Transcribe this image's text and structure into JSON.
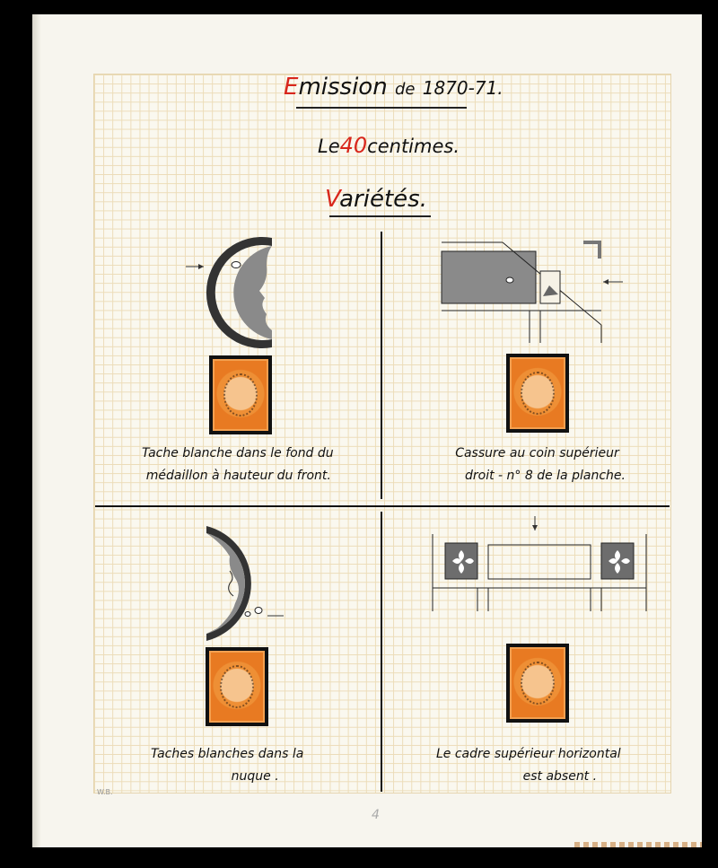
{
  "title": {
    "initial": "E",
    "rest": "mission",
    "de": "de",
    "years": "1870-71."
  },
  "subtitle": {
    "le": "Le",
    "value": "40",
    "unit": "centimes."
  },
  "heading": {
    "initial": "V",
    "rest": "ariétés."
  },
  "panels": [
    {
      "caption_line1": "Tache blanche dans le fond du",
      "caption_line2": "médaillon à hauteur du front."
    },
    {
      "caption_line1": "Cassure au coin supérieur",
      "caption_line2": "droit - n° 8 de la planche."
    },
    {
      "caption_line1": "Taches blanches dans la",
      "caption_line2": "nuque ."
    },
    {
      "caption_line1": "Le cadre supérieur horizontal",
      "caption_line2": "est absent ."
    }
  ],
  "footer_mark": "W.B.",
  "page_number": "4",
  "colors": {
    "accent": "#d8261c",
    "stamp": "#e87a22",
    "grid": "#ecdcb8"
  }
}
